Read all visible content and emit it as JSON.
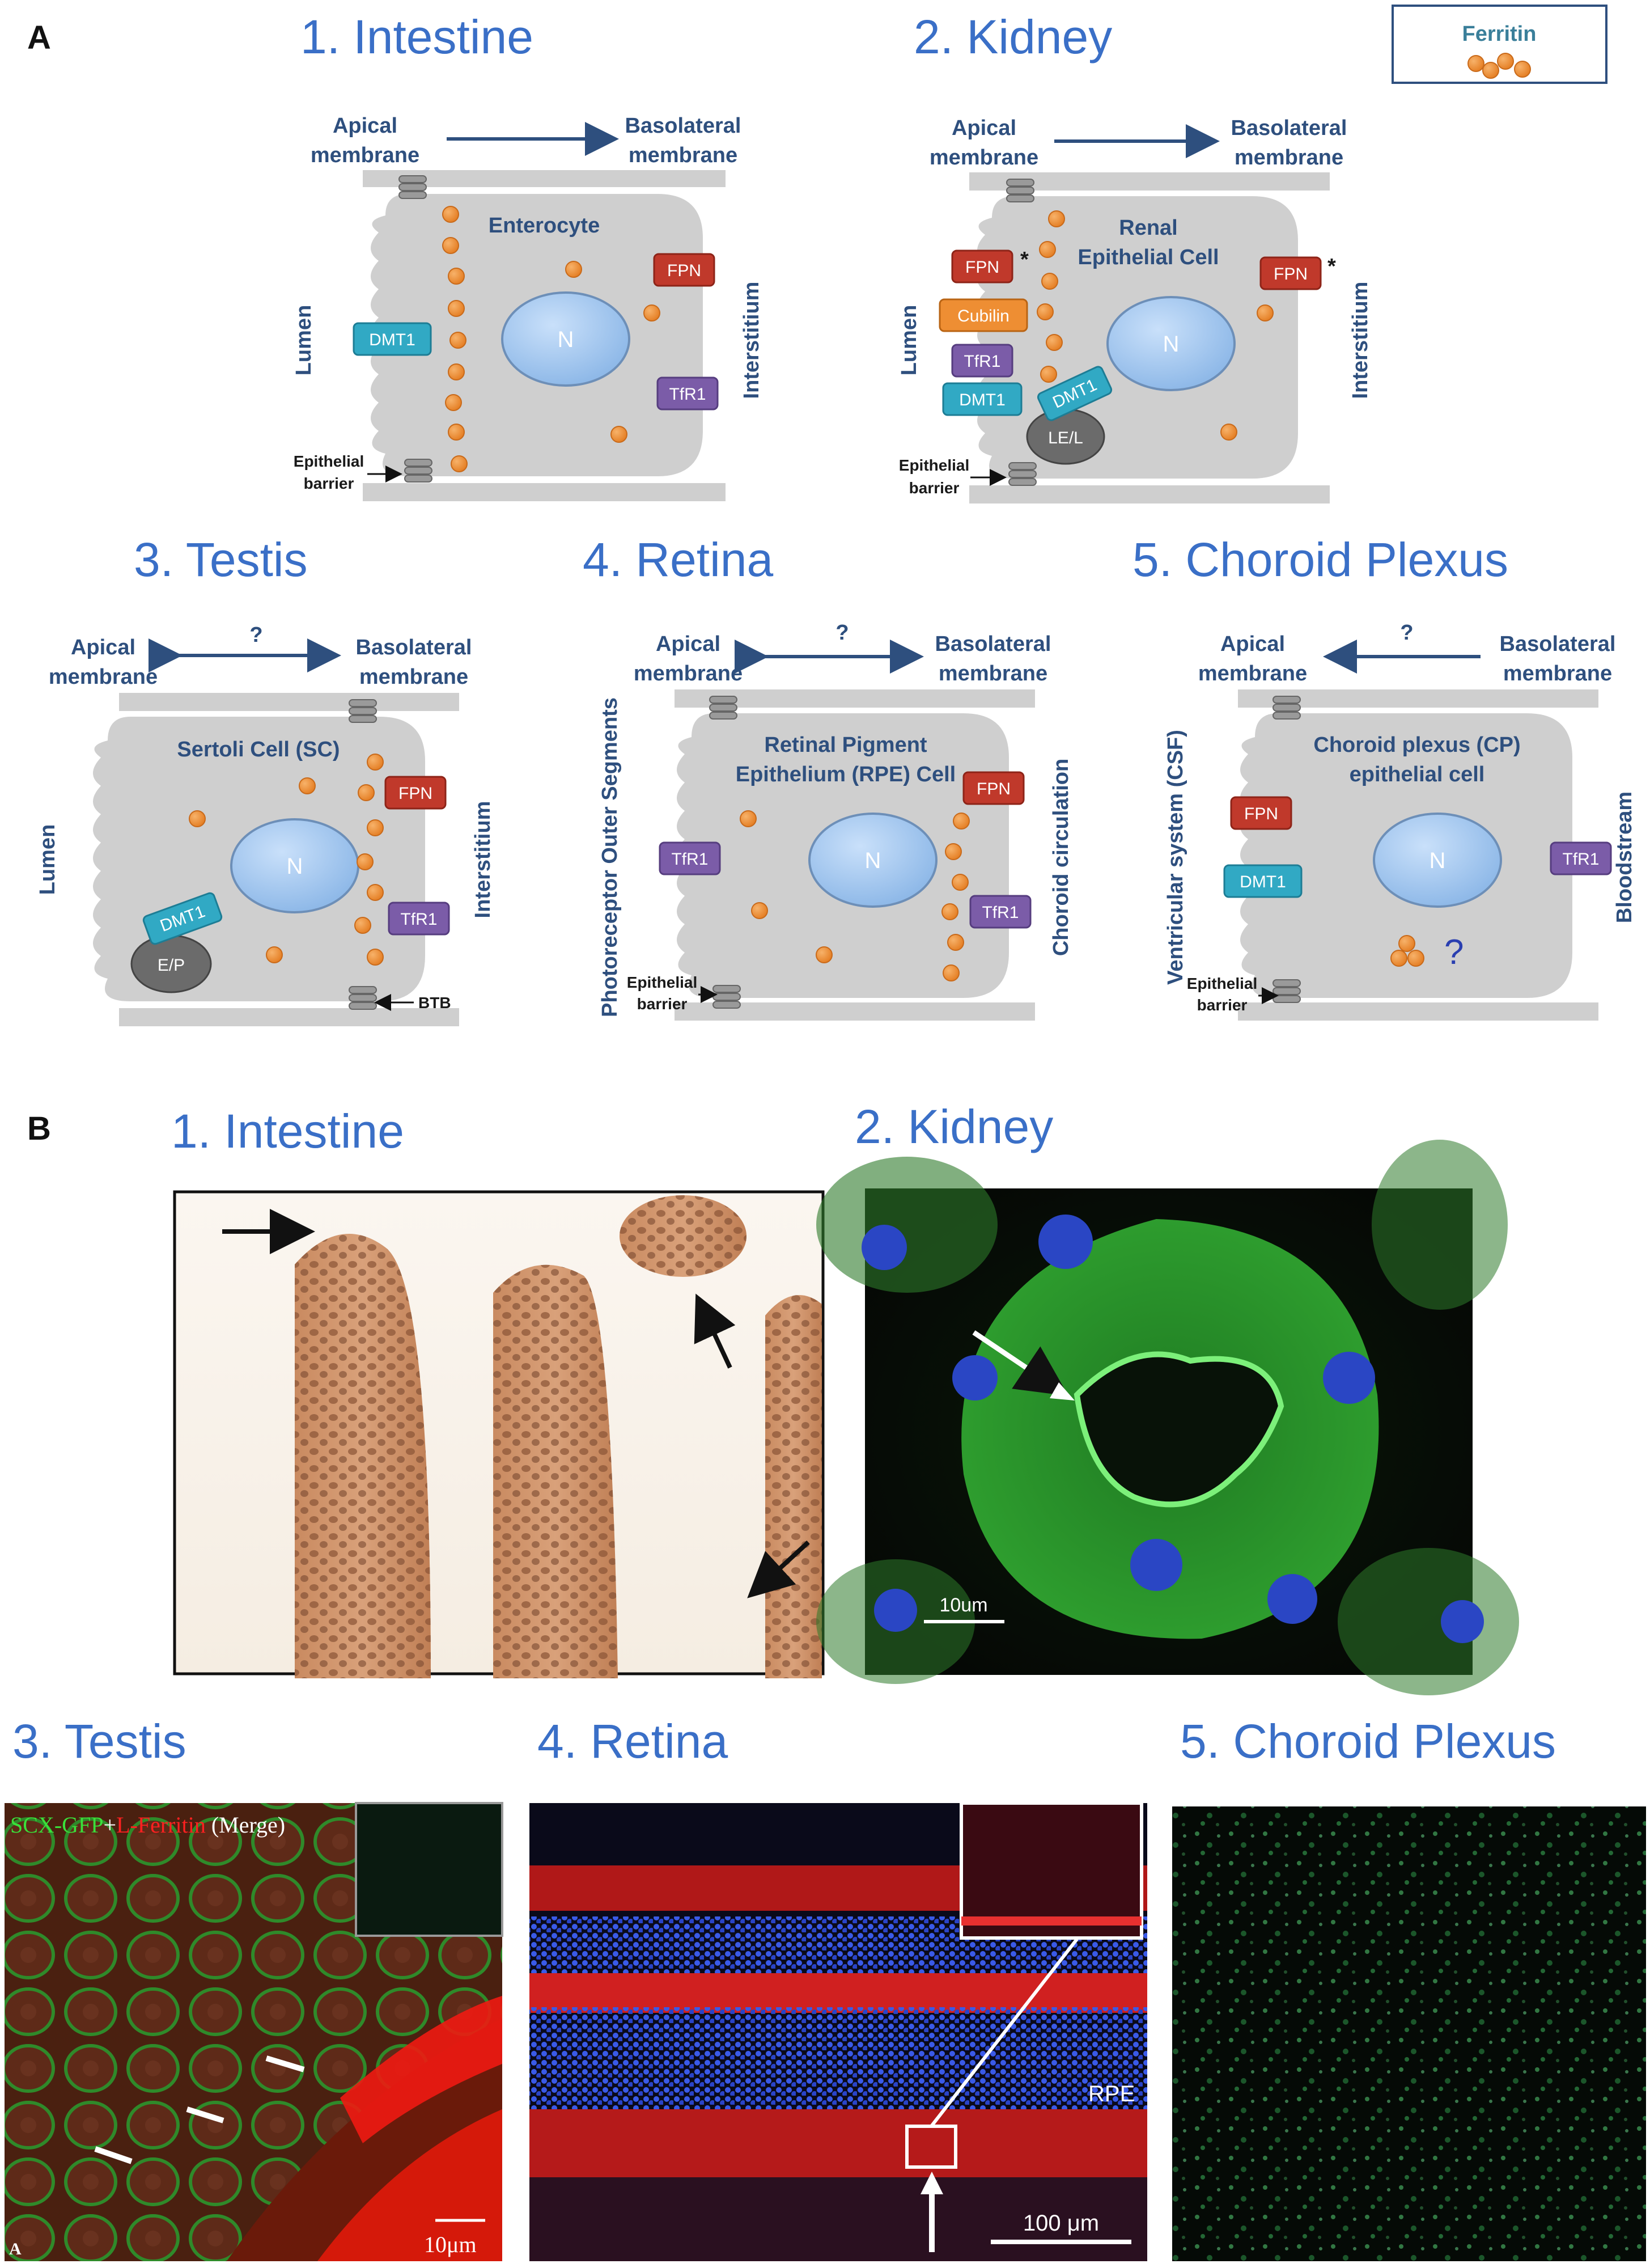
{
  "panels": {
    "a": "A",
    "b": "B"
  },
  "legend": {
    "label": "Ferritin"
  },
  "common": {
    "apical": [
      "Apical",
      "membrane"
    ],
    "basolateral": [
      "Basolateral",
      "membrane"
    ],
    "epithelial_barrier": [
      "Epithelial",
      "barrier"
    ],
    "nucleus": "N",
    "question": "?"
  },
  "diagrams": {
    "intestine": {
      "title": "1. Intestine",
      "cell": "Enterocyte",
      "left_side": "Lumen",
      "right_side": "Interstitium",
      "proteins": {
        "fpn": "FPN",
        "dmt1": "DMT1",
        "tfr1": "TfR1"
      }
    },
    "kidney": {
      "title": "2. Kidney",
      "cell": [
        "Renal",
        "Epithelial Cell"
      ],
      "left_side": "Lumen",
      "right_side": "Interstitium",
      "proteins": {
        "fpn": "FPN",
        "fpn_right": "FPN",
        "cubilin": "Cubilin",
        "tfr1": "TfR1",
        "dmt1": "DMT1",
        "dmt1_vesicle": "DMT1",
        "vesicle": "LE/L",
        "star": "*"
      }
    },
    "testis": {
      "title": "3. Testis",
      "cell": "Sertoli Cell (SC)",
      "left_side": "Lumen",
      "right_side": "Interstitium",
      "proteins": {
        "fpn": "FPN",
        "tfr1": "TfR1",
        "dmt1": "DMT1",
        "vesicle": "E/P"
      },
      "barrier": "BTB"
    },
    "retina": {
      "title": "4. Retina",
      "cell": [
        "Retinal Pigment",
        "Epithelium (RPE) Cell"
      ],
      "left_side": "Photoreceptor Outer Segments",
      "right_side": "Choroid circulation",
      "proteins": {
        "fpn": "FPN",
        "tfr1": "TfR1",
        "tfr1_right": "TfR1"
      }
    },
    "choroid": {
      "title": "5. Choroid Plexus",
      "cell": [
        "Choroid plexus (CP)",
        "epithelial cell"
      ],
      "left_side": "Ventricular system (CSF)",
      "right_side": "Bloodstream",
      "proteins": {
        "fpn": "FPN",
        "dmt1": "DMT1",
        "tfr1": "TfR1"
      }
    }
  },
  "micrographs": {
    "intestine": {
      "title": "1. Intestine"
    },
    "kidney": {
      "title": "2. Kidney",
      "scale": "10um"
    },
    "testis": {
      "title": "3. Testis",
      "label": [
        "SCX-GFP",
        "+",
        "L-Ferritin",
        " (Merge)"
      ],
      "scale": "10μm",
      "corner": "A"
    },
    "retina": {
      "title": "4. Retina",
      "scale": "100 μm",
      "rpe": "RPE"
    },
    "choroid": {
      "title": "5. Choroid Plexus"
    }
  },
  "colors": {
    "title_blue": "#3a6fc7",
    "label_blue": "#2e4f7e",
    "cell_gray": "#cfcfcf",
    "ferritin_orange": "#f0913a",
    "nucleus_blue": "#9dc3ee",
    "fpn_red": "#c0392b",
    "dmt1_teal": "#31a9c4",
    "tfr1_purple": "#7b5ca8",
    "cubilin_orange": "#ee8e33"
  }
}
